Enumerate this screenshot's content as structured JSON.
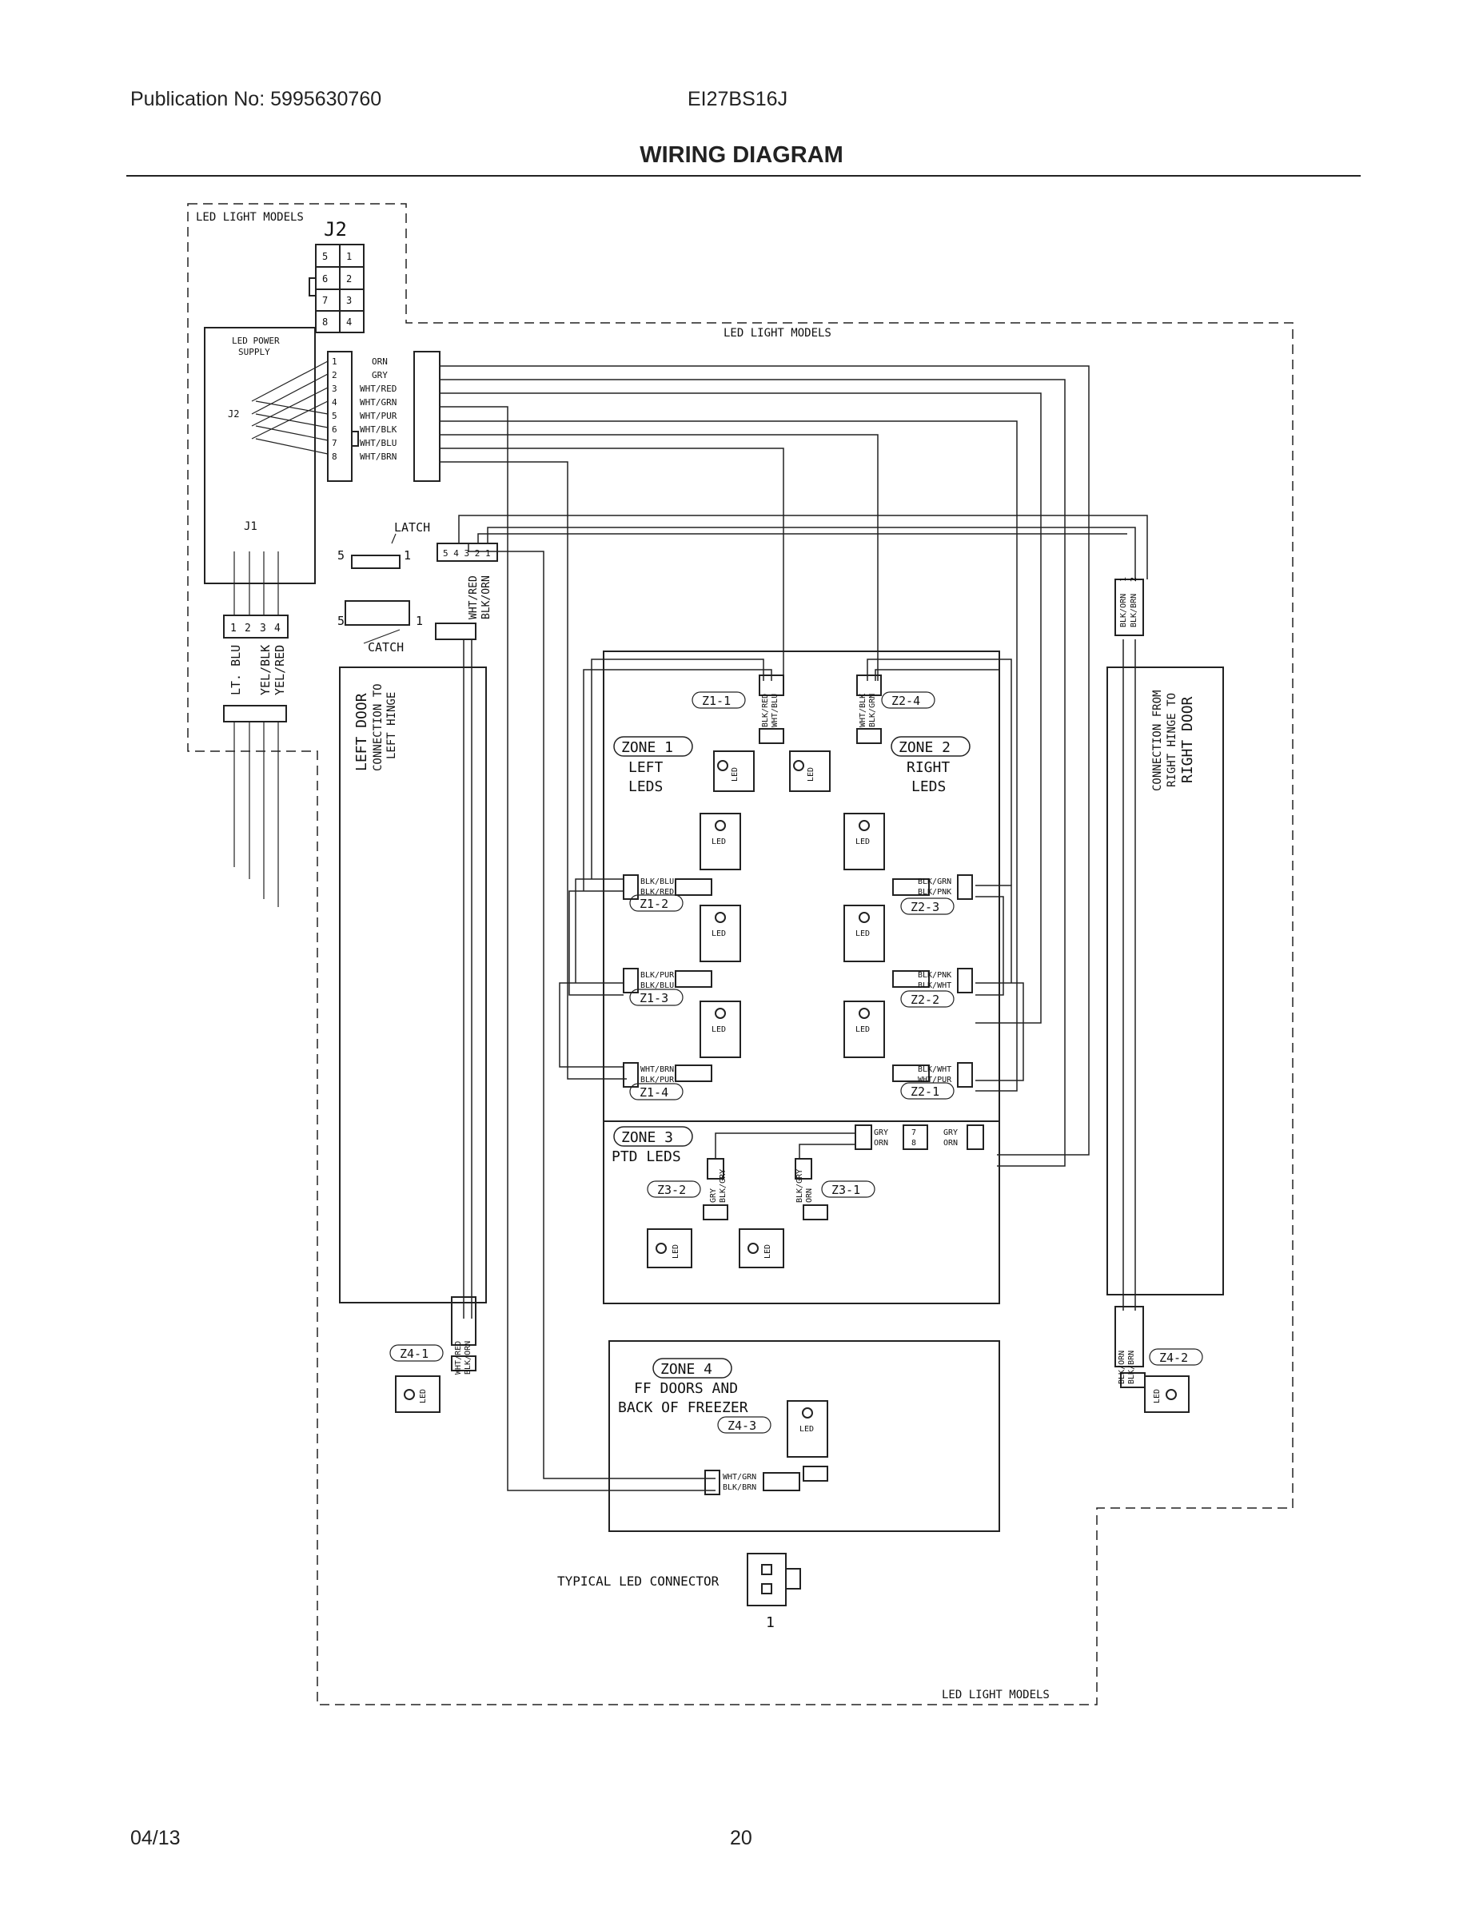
{
  "header": {
    "publication": "Publication No: 5995630760",
    "model": "EI27BS16J",
    "title": "WIRING DIAGRAM"
  },
  "footer": {
    "date": "04/13",
    "page": "20"
  },
  "diagram": {
    "led_light_models": "LED LIGHT MODELS",
    "j2_connector": "J2",
    "j2_pins": [
      "5",
      "1",
      "6",
      "2",
      "7",
      "3",
      "8",
      "4"
    ],
    "led_power_supply_line1": "LED POWER",
    "led_power_supply_line2": "SUPPLY",
    "j2_label": "J2",
    "j1_label": "J1",
    "harness_pins": [
      "1",
      "2",
      "3",
      "4",
      "5",
      "6",
      "7",
      "8"
    ],
    "harness_wires": [
      "ORN",
      "GRY",
      "WHT/RED",
      "WHT/GRN",
      "WHT/PUR",
      "WHT/BLK",
      "WHT/BLU",
      "WHT/BRN"
    ],
    "latch": "LATCH",
    "catch": "CATCH",
    "latch_pin_5": "5",
    "latch_pin_1": "1",
    "latch_pins": "5 4 3 2 1",
    "door_wires_1": "WHT/RED",
    "door_wires_2": "BLK/ORN",
    "j1_pins": [
      "1",
      "2",
      "3",
      "4"
    ],
    "j1_wires": [
      "LT. BLU",
      "YEL/BLK",
      "YEL/RED"
    ],
    "left_door_1": "LEFT DOOR",
    "left_door_2": "CONNECTION TO",
    "left_door_3": "LEFT HINGE",
    "right_door_1": "CONNECTION FROM",
    "right_door_2": "RIGHT HINGE TO",
    "right_door_3": "RIGHT DOOR",
    "zone1_title": "ZONE 1",
    "zone1_sub1": "LEFT",
    "zone1_sub2": "LEDS",
    "zone2_title": "ZONE 2",
    "zone2_sub1": "RIGHT",
    "zone2_sub2": "LEDS",
    "zone3_title": "ZONE 3",
    "zone3_sub": "PTD LEDS",
    "zone4_title": "ZONE 4",
    "zone4_sub1": "FF DOORS AND",
    "zone4_sub2": "BACK OF FREEZER",
    "z1_1": "Z1-1",
    "z1_2": "Z1-2",
    "z1_3": "Z1-3",
    "z1_4": "Z1-4",
    "z2_1": "Z2-1",
    "z2_2": "Z2-2",
    "z2_3": "Z2-3",
    "z2_4": "Z2-4",
    "z3_1": "Z3-1",
    "z3_2": "Z3-2",
    "z4_1": "Z4-1",
    "z4_2": "Z4-2",
    "z4_3": "Z4-3",
    "led": "LED",
    "z1_1_wires": [
      "BLK/RED",
      "WHT/BLU"
    ],
    "z2_4_wires": [
      "WHT/BLK",
      "BLK/GRN"
    ],
    "z1_2_wires": [
      "BLK/BLU",
      "BLK/RED"
    ],
    "z1_3_wires": [
      "BLK/PUR",
      "BLK/BLU"
    ],
    "z1_4_wires": [
      "WHT/BRN",
      "BLK/PUR"
    ],
    "z2_3_wires": [
      "BLK/GRN",
      "BLK/PNK"
    ],
    "z2_2_wires": [
      "BLK/PNK",
      "BLK/WHT"
    ],
    "z2_1_wires": [
      "BLK/WHT",
      "WHT/PUR"
    ],
    "z3_bus_left": [
      "GRY",
      "ORN"
    ],
    "z3_bus_right": [
      "GRY",
      "ORN"
    ],
    "z3_pins_78": [
      "7",
      "8"
    ],
    "z3_2_wires": [
      "GRY",
      "BLK/GRY"
    ],
    "z3_1_wires": [
      "BLK/GRY",
      "ORN"
    ],
    "z4_wires_left": [
      "WHT/RED",
      "BLK/ORN"
    ],
    "z4_wires_right": [
      "BLK/ORN",
      "BLK/BRN"
    ],
    "z4_3_wires": [
      "WHT/GRN",
      "BLK/BRN"
    ],
    "right_hinge_top_wires": [
      "BLK/ORN",
      "BLK/BRN"
    ],
    "pin_1": "1",
    "pin_2": "2",
    "typical_connector": "TYPICAL LED CONNECTOR",
    "typical_pin": "1"
  }
}
